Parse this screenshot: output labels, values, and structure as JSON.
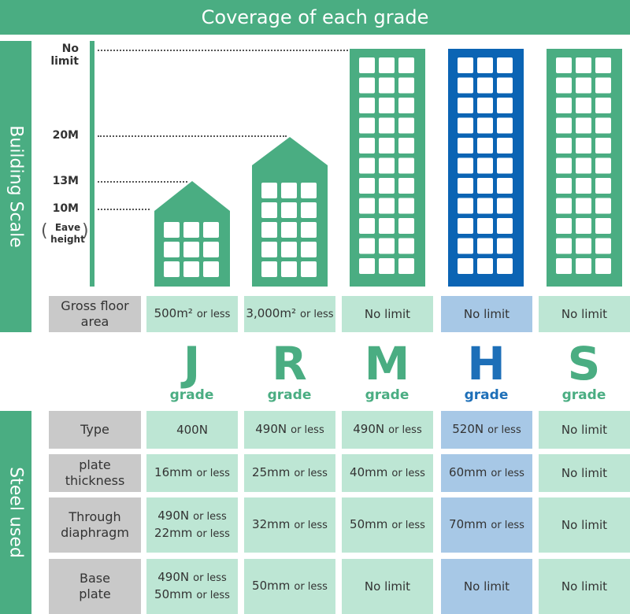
{
  "title": "Coverage of each grade",
  "side_labels": {
    "building_scale": "Building Scale",
    "steel_used": "Steel used"
  },
  "levels": {
    "no_limit": "No limit",
    "m20": "20M",
    "m13": "13M",
    "m10": "10M",
    "eave_1": "Eave",
    "eave_2": "height"
  },
  "floor_area": {
    "label_1": "Gross floor",
    "label_2": "area",
    "values": [
      {
        "main": "500m²",
        "small": "or less"
      },
      {
        "main": "3,000m²",
        "small": "or less"
      },
      {
        "main": "No limit",
        "small": ""
      },
      {
        "main": "No limit",
        "small": ""
      },
      {
        "main": "No limit",
        "small": ""
      }
    ]
  },
  "grades": [
    {
      "letter": "J",
      "word": "grade"
    },
    {
      "letter": "R",
      "word": "grade"
    },
    {
      "letter": "M",
      "word": "grade"
    },
    {
      "letter": "H",
      "word": "grade"
    },
    {
      "letter": "S",
      "word": "grade"
    }
  ],
  "steel": {
    "type": {
      "label_1": "Type",
      "label_2": "",
      "values": [
        [
          {
            "main": "400N",
            "small": ""
          }
        ],
        [
          {
            "main": "490N",
            "small": "or less"
          }
        ],
        [
          {
            "main": "490N",
            "small": "or less"
          }
        ],
        [
          {
            "main": "520N",
            "small": "or less"
          }
        ],
        [
          {
            "main": "No limit",
            "small": ""
          }
        ]
      ]
    },
    "plate": {
      "label_1": "plate",
      "label_2": "thickness",
      "values": [
        [
          {
            "main": "16mm",
            "small": "or less"
          }
        ],
        [
          {
            "main": "25mm",
            "small": "or less"
          }
        ],
        [
          {
            "main": "40mm",
            "small": "or less"
          }
        ],
        [
          {
            "main": "60mm",
            "small": "or less"
          }
        ],
        [
          {
            "main": "No limit",
            "small": ""
          }
        ]
      ]
    },
    "through": {
      "label_1": "Through",
      "label_2": "diaphragm",
      "values": [
        [
          {
            "main": "490N",
            "small": "or less"
          },
          {
            "main": "22mm",
            "small": "or less"
          }
        ],
        [
          {
            "main": "32mm",
            "small": "or less"
          }
        ],
        [
          {
            "main": "50mm",
            "small": "or less"
          }
        ],
        [
          {
            "main": "70mm",
            "small": "or less"
          }
        ],
        [
          {
            "main": "No limit",
            "small": ""
          }
        ]
      ]
    },
    "base": {
      "label_1": "Base",
      "label_2": "plate",
      "values": [
        [
          {
            "main": "490N",
            "small": "or less"
          },
          {
            "main": "50mm",
            "small": "or less"
          }
        ],
        [
          {
            "main": "50mm",
            "small": "or less"
          }
        ],
        [
          {
            "main": "No limit",
            "small": ""
          }
        ],
        [
          {
            "main": "No limit",
            "small": ""
          }
        ],
        [
          {
            "main": "No limit",
            "small": ""
          }
        ]
      ]
    }
  },
  "colors": {
    "green": "#4aad82",
    "mint": "#bde6d4",
    "highlight_blue": "#a7c8e6",
    "tower_blue": "#0b64b4",
    "label_gray": "#c9c9c9"
  }
}
